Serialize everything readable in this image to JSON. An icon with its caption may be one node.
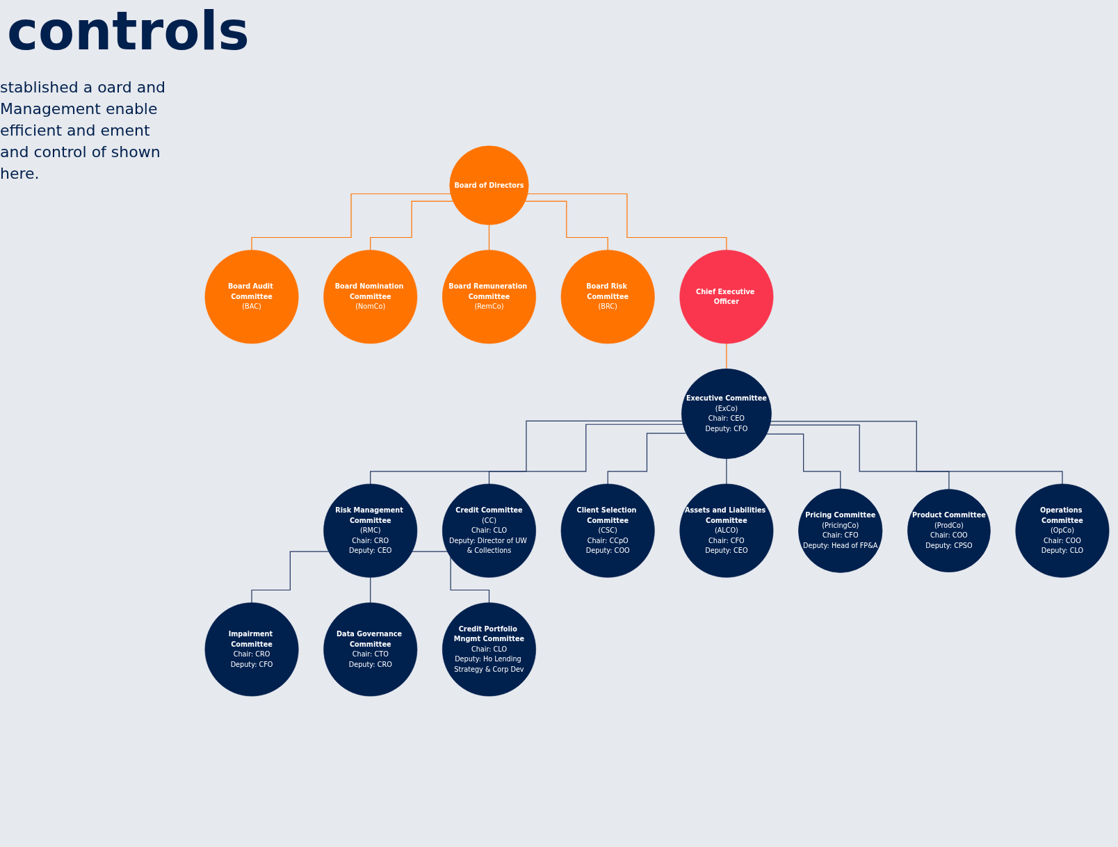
{
  "diagram": {
    "title": "controls",
    "nodes": [
      {
        "text": [
          "Board of Directors"
        ]
      },
      {
        "text": [
          "Board Audit Committee",
          "(BAC)"
        ]
      },
      {
        "text": [
          "Board Nomination Committee",
          "(NomCo)"
        ]
      },
      {
        "text": [
          "Board Remuneration Committee",
          "(RemCo)"
        ]
      },
      {
        "text": [
          "Board Risk Committee",
          "(BRC)"
        ]
      },
      {
        "text": [
          "Chief Executive Officer"
        ]
      },
      {
        "text": [
          "Executive Committee",
          "(ExCo)",
          "Chair: CEO",
          "Deputy: CFO"
        ]
      },
      {
        "text": [
          "Risk Management Committee",
          "(RMC)",
          "Chair: CRO",
          "Deputy: CEO"
        ]
      },
      {
        "text": [
          "Credit Committee",
          "(CC)",
          "Chair: CLO",
          "Deputy: Director of UW & Collections"
        ]
      },
      {
        "text": [
          "Client Selection Committee",
          "(CSC)",
          "Chair: CCpO",
          "Deputy: COO"
        ]
      },
      {
        "text": [
          "Assets and Liabilities Committee",
          "(ALCO)",
          "Chair: CFO",
          "Deputy: CEO"
        ]
      },
      {
        "text": [
          "Pricing Committee",
          "(PricingCo)",
          "Chair: CFO",
          "Deputy: Head of FP&A"
        ]
      },
      {
        "text": [
          "Product Committee",
          "(ProdCo)",
          "Chair: COO",
          "Deputy: CPSO"
        ]
      },
      {
        "text": [
          "Operations Committee",
          "(OpCo)",
          "Chair: COO",
          "Deputy: CLO"
        ]
      },
      {
        "text": [
          "Impairment Committee",
          "Chair: CRO",
          "Deputy: CFO"
        ]
      },
      {
        "text": [
          "Data Governance Committee",
          "Chair: CTO",
          "Deputy: CRO"
        ]
      },
      {
        "text": [
          "Credit Portfolio Mngmt Committee",
          "Chair: CLO",
          "Deputy: Ho Lending Strategy & Corp Dev"
        ]
      }
    ],
    "edges": [
      {
        "from": 0,
        "to": 1,
        "arrow": "none",
        "color": "#ff7300"
      },
      {
        "from": 0,
        "to": 2,
        "arrow": "none",
        "color": "#ff7300"
      },
      {
        "from": 0,
        "to": 3,
        "arrow": "none",
        "color": "#ff7300"
      },
      {
        "from": 0,
        "to": 4,
        "arrow": "none",
        "color": "#ff7300"
      },
      {
        "from": 0,
        "to": 5,
        "arrow": "none",
        "color": "#ff7300"
      },
      {
        "from": 5,
        "to": 6,
        "arrow": "none",
        "color": "#ff7300"
      },
      {
        "from": 6,
        "to": 7,
        "arrow": "none"
      },
      {
        "from": 6,
        "to": 8,
        "arrow": "none"
      },
      {
        "from": 6,
        "to": 9,
        "arrow": "none"
      },
      {
        "from": 6,
        "to": 10,
        "arrow": "none"
      },
      {
        "from": 6,
        "to": 11,
        "arrow": "none"
      },
      {
        "from": 6,
        "to": 12,
        "arrow": "none"
      },
      {
        "from": 6,
        "to": 13,
        "arrow": "none"
      },
      {
        "from": 7,
        "to": 14,
        "arrow": "none"
      },
      {
        "from": 7,
        "to": 15,
        "arrow": "none"
      },
      {
        "from": 7,
        "to": 16,
        "arrow": "none"
      }
    ],
    "labels": [
      "stablished a oard and Management enable efficient and ement and control of shown here."
    ]
  }
}
